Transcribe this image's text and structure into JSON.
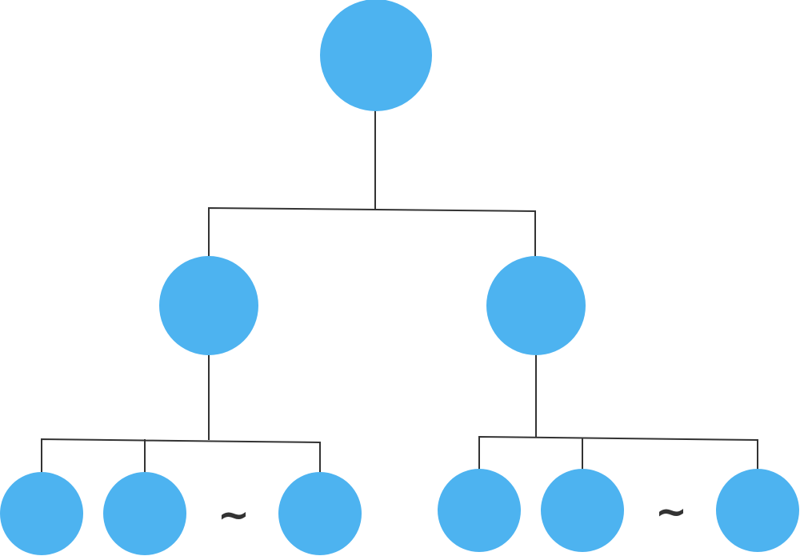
{
  "diagram": {
    "type": "tree",
    "node_color": "#4DB3F0",
    "connector_color": "#333333",
    "root": {
      "id": "root"
    },
    "level2": [
      {
        "id": "left-child"
      },
      {
        "id": "right-child"
      }
    ],
    "level3": {
      "left_group": [
        {
          "id": "left-leaf-1"
        },
        {
          "id": "left-leaf-2"
        },
        {
          "id": "left-leaf-n"
        }
      ],
      "right_group": [
        {
          "id": "right-leaf-1"
        },
        {
          "id": "right-leaf-2"
        },
        {
          "id": "right-leaf-n"
        }
      ]
    },
    "ellipsis_symbol": "~"
  }
}
